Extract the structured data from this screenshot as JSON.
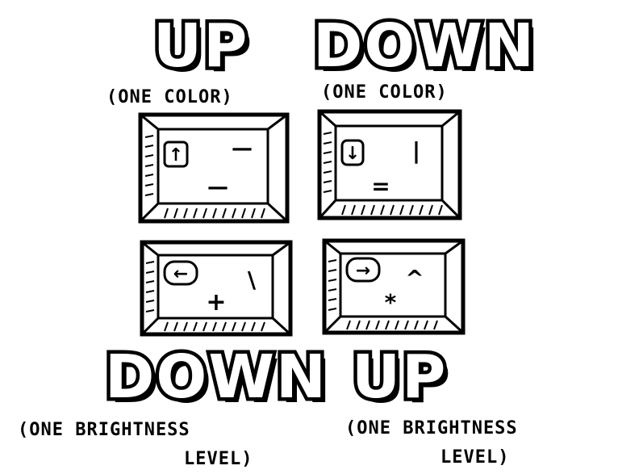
{
  "labels": {
    "top_left": {
      "title": "UP",
      "subtitle": "(ONE COLOR)"
    },
    "top_right": {
      "title": "DOWN",
      "subtitle": "(ONE COLOR)"
    },
    "bottom_left": {
      "title": "DOWN",
      "subtitle_line1": "(ONE BRIGHTNESS",
      "subtitle_line2": "LEVEL)"
    },
    "bottom_right": {
      "title": "UP",
      "subtitle_line1": "(ONE BRIGHTNESS",
      "subtitle_line2": "LEVEL)"
    }
  },
  "keys": [
    {
      "name": "key-up-arrow",
      "badge_glyph": "↑",
      "symbol_top": "—",
      "symbol_bottom": "—"
    },
    {
      "name": "key-down-arrow",
      "badge_glyph": "↓",
      "symbol_top": "|",
      "symbol_bottom": "="
    },
    {
      "name": "key-left-arrow",
      "badge_glyph": "←",
      "symbol_top": "\\",
      "symbol_bottom": "+"
    },
    {
      "name": "key-right-arrow",
      "badge_glyph": "→",
      "symbol_top": "^",
      "symbol_bottom": "*"
    }
  ],
  "colors": {
    "ink": "#000000",
    "paper": "#ffffff"
  }
}
